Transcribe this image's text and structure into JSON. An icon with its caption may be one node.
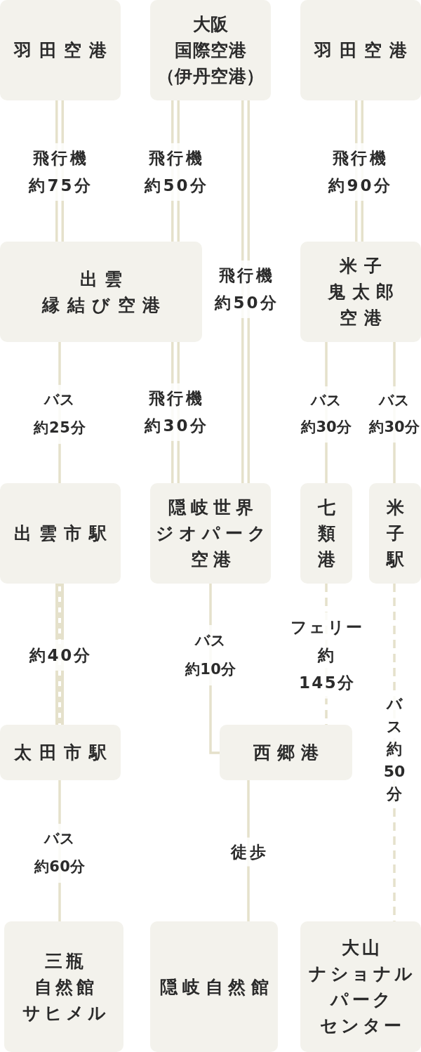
{
  "diagram": {
    "nodes": [
      {
        "text": [
          "羽田空港"
        ]
      },
      {
        "text": [
          "大阪国際空港（伊丹空港）"
        ]
      },
      {
        "text": [
          "羽田空港"
        ]
      },
      {
        "text": [
          "出雲縁結び空港"
        ]
      },
      {
        "text": [
          "米子鬼太郎空港"
        ]
      },
      {
        "text": [
          "出雲市駅"
        ]
      },
      {
        "text": [
          "隠岐世界ジオパーク空港"
        ]
      },
      {
        "text": [
          "七類港"
        ]
      },
      {
        "text": [
          "米子駅"
        ]
      },
      {
        "text": [
          "太田市駅"
        ]
      },
      {
        "text": [
          "西郷港"
        ]
      },
      {
        "text": [
          "三瓶自然館サヒメル"
        ]
      },
      {
        "text": [
          "隠岐自然館"
        ]
      },
      {
        "text": [
          "大山ナショナルパークセンター"
        ]
      }
    ],
    "edges": [
      {
        "from": 0,
        "to": 3,
        "arrow": "none",
        "label": "飛行機約75分",
        "style": "thick"
      },
      {
        "from": 1,
        "to": 3,
        "arrow": "none",
        "label": "飛行機約50分",
        "style": "thick"
      },
      {
        "from": 1,
        "to": 6,
        "arrow": "none",
        "label": "飛行機約50分",
        "style": "thick"
      },
      {
        "from": 2,
        "to": 4,
        "arrow": "none",
        "label": "飛行機約90分",
        "style": "thick"
      },
      {
        "from": 3,
        "to": 5,
        "arrow": "none",
        "label": "バス約25分"
      },
      {
        "from": 3,
        "to": 6,
        "arrow": "none",
        "label": "飛行機約30分",
        "style": "thick"
      },
      {
        "from": 4,
        "to": 7,
        "arrow": "none",
        "label": "バス約30分"
      },
      {
        "from": 4,
        "to": 8,
        "arrow": "none",
        "label": "バス約30分"
      },
      {
        "from": 5,
        "to": 9,
        "arrow": "none",
        "label": "約40分",
        "style": "thick"
      },
      {
        "from": 6,
        "to": 10,
        "arrow": "none",
        "label": "バス約10分"
      },
      {
        "from": 7,
        "to": 10,
        "arrow": "none",
        "label": "フェリー約145分",
        "style": "dashed"
      },
      {
        "from": 8,
        "to": 13,
        "arrow": "none",
        "label": "バス約50分",
        "style": "dashed"
      },
      {
        "from": 9,
        "to": 11,
        "arrow": "none",
        "label": "バス約60分"
      },
      {
        "from": 10,
        "to": 12,
        "arrow": "none",
        "label": "徒歩"
      }
    ]
  }
}
